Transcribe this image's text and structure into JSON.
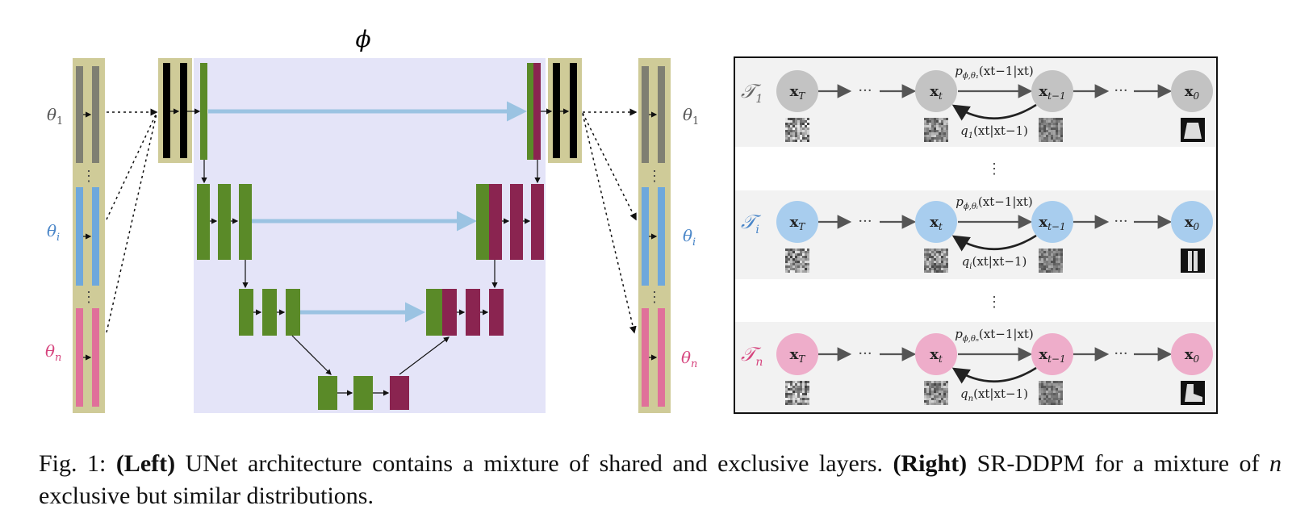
{
  "figure": {
    "phi_label": "ϕ",
    "theta_labels": [
      {
        "base": "θ",
        "sub": "1",
        "color": "#555555"
      },
      {
        "base": "θ",
        "sub": "i",
        "color": "#4a86c8"
      },
      {
        "base": "θ",
        "sub": "n",
        "color": "#d6457e"
      }
    ],
    "colors": {
      "shared_bg": "#e4e4f8",
      "exclusive_frame": "#cfcb98",
      "encoder_green": "#5a8a28",
      "decoder_maroon": "#8a2450",
      "skip_blue": "#9bc3e2",
      "task1": "#c3c3c3",
      "taski": "#a8cdee",
      "taskn": "#eeadca"
    },
    "tasks": [
      {
        "name_base": "𝒯",
        "name_sub": "1",
        "name_color": "#666666",
        "node_color": "#c3c3c3",
        "p_label": "p",
        "p_sub": "ϕ,θ₁",
        "p_arg": "(x_{t−1}|x_t)",
        "q_label": "q",
        "q_sub": "1",
        "q_arg": "(x_t|x_{t−1})",
        "nodes": [
          "x_T",
          "x_t",
          "x_{t−1}",
          "x_0"
        ]
      },
      {
        "name_base": "𝒯",
        "name_sub": "i",
        "name_color": "#4a86c8",
        "node_color": "#a8cdee",
        "p_label": "p",
        "p_sub": "ϕ,θᵢ",
        "p_arg": "(x_{t−1}|x_t)",
        "q_label": "q",
        "q_sub": "i",
        "q_arg": "(x_t|x_{t−1})",
        "nodes": [
          "x_T",
          "x_t",
          "x_{t−1}",
          "x_0"
        ]
      },
      {
        "name_base": "𝒯",
        "name_sub": "n",
        "name_color": "#d6457e",
        "node_color": "#eeadca",
        "p_label": "p",
        "p_sub": "ϕ,θₙ",
        "p_arg": "(x_{t−1}|x_t)",
        "q_label": "q",
        "q_sub": "n",
        "q_arg": "(x_t|x_{t−1})",
        "nodes": [
          "x_T",
          "x_t",
          "x_{t−1}",
          "x_0"
        ]
      }
    ],
    "ellipsis_h": "···",
    "ellipsis_v": "⋮"
  },
  "caption": {
    "prefix": "Fig. 1: ",
    "left_label": "(Left)",
    "left_text": " UNet architecture contains a mixture of shared and exclusive layers. ",
    "right_label": "(Right)",
    "right_text_a": " SR-DDPM for a mixture of ",
    "n_symbol": "n",
    "right_text_b": " exclusive but similar distributions."
  }
}
